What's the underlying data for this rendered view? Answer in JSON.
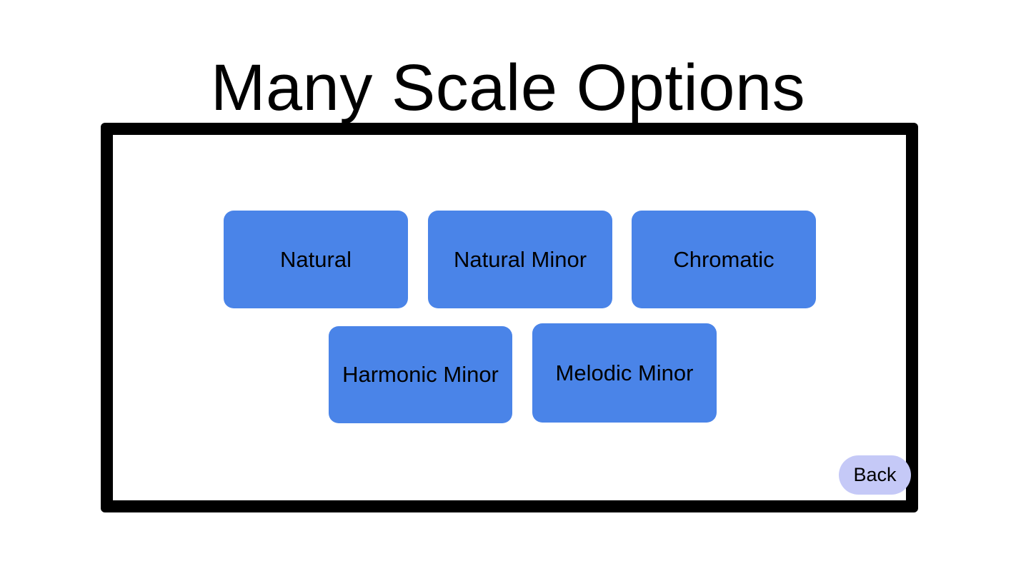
{
  "page": {
    "title": "Many Scale Options",
    "background_color": "#ffffff"
  },
  "panel": {
    "frame_color": "#000000",
    "inner_color": "#ffffff"
  },
  "scale_buttons": {
    "color": "#4a84e8",
    "text_color": "#000000",
    "items": [
      {
        "label": "Natural"
      },
      {
        "label": "Natural Minor"
      },
      {
        "label": "Chromatic"
      },
      {
        "label": "Harmonic Minor"
      },
      {
        "label": "Melodic Minor"
      }
    ]
  },
  "back_button": {
    "label": "Back",
    "color": "#c5c9f7",
    "text_color": "#000000"
  }
}
